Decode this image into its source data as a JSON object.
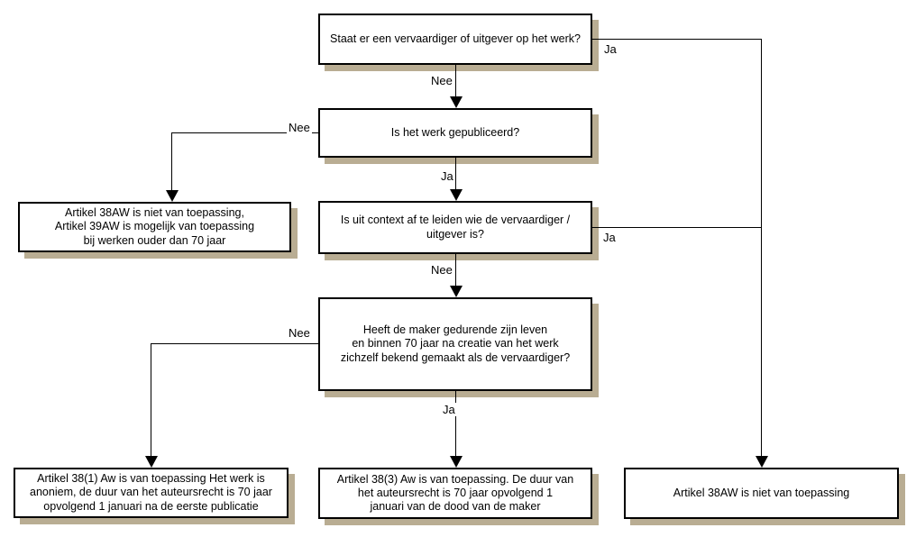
{
  "labels": {
    "yes": "Ja",
    "no": "Nee"
  },
  "nodes": {
    "q_creator_on_work": {
      "text": "Staat er een vervaardiger of uitgever op het werk?"
    },
    "q_published": {
      "text": "Is het werk gepubliceerd?"
    },
    "q_context": {
      "text": "Is uit context af te leiden wie de vervaardiger /\nuitgever is?"
    },
    "q_maker_revealed": {
      "text": "Heeft de maker gedurende zijn leven\nen binnen 70 jaar na creatie van het werk\nzichzelf bekend gemaakt als de vervaardiger?"
    },
    "r_not_published": {
      "text": "Artikel 38AW is niet van toepassing,\nArtikel 39AW is mogelijk van toepassing\nbij werken ouder dan 70 jaar"
    },
    "r_anonymous": {
      "text": "Artikel 38(1) Aw is van toepassing Het werk is\nanoniem, de duur van het auteursrecht is 70 jaar\nopvolgend 1 januari na de eerste publicatie"
    },
    "r_maker_known": {
      "text": "Artikel 38(3) Aw is van toepassing. De duur van\nhet auteursrecht is 70 jaar opvolgend 1\njanuari van de dood van de maker"
    },
    "r_not_applicable": {
      "text": "Artikel 38AW is niet van toepassing"
    }
  },
  "colors": {
    "background": "#ffffff",
    "box_fill": "#ffffff",
    "box_border": "#000000",
    "connector": "#000000",
    "shadow": "#b9ad93",
    "text": "#000000"
  }
}
